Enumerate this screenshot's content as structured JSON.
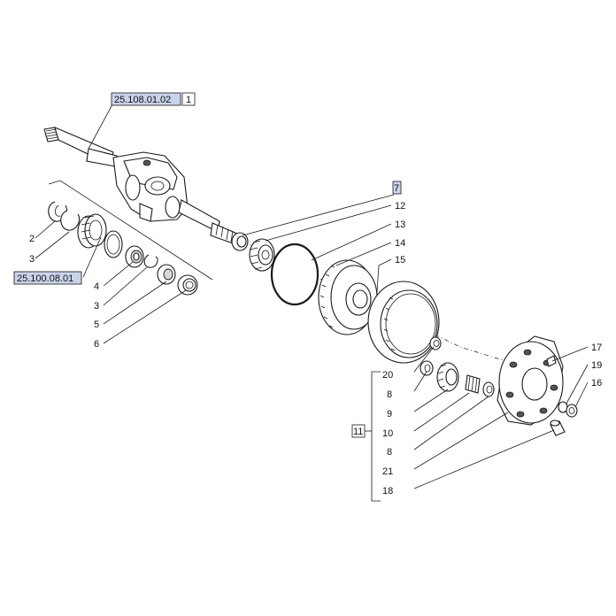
{
  "references": {
    "shaft_assembly_code": "25.108.01.02",
    "shaft_assembly_item": "1",
    "seal_kit_code": "25.100.08.01",
    "item_7": "7",
    "group_item": "11"
  },
  "callouts": {
    "n2": "2",
    "n3a": "3",
    "n4": "4",
    "n3b": "3",
    "n5": "5",
    "n6": "6",
    "n12": "12",
    "n13": "13",
    "n14": "14",
    "n15": "15",
    "n17": "17",
    "n19": "19",
    "n16": "16",
    "n20": "20",
    "n8a": "8",
    "n9": "9",
    "n10": "10",
    "n8b": "8",
    "n21": "21",
    "n18": "18"
  },
  "colors": {
    "reference_box": "#c9d3ea",
    "line": "#1a1a1a"
  }
}
